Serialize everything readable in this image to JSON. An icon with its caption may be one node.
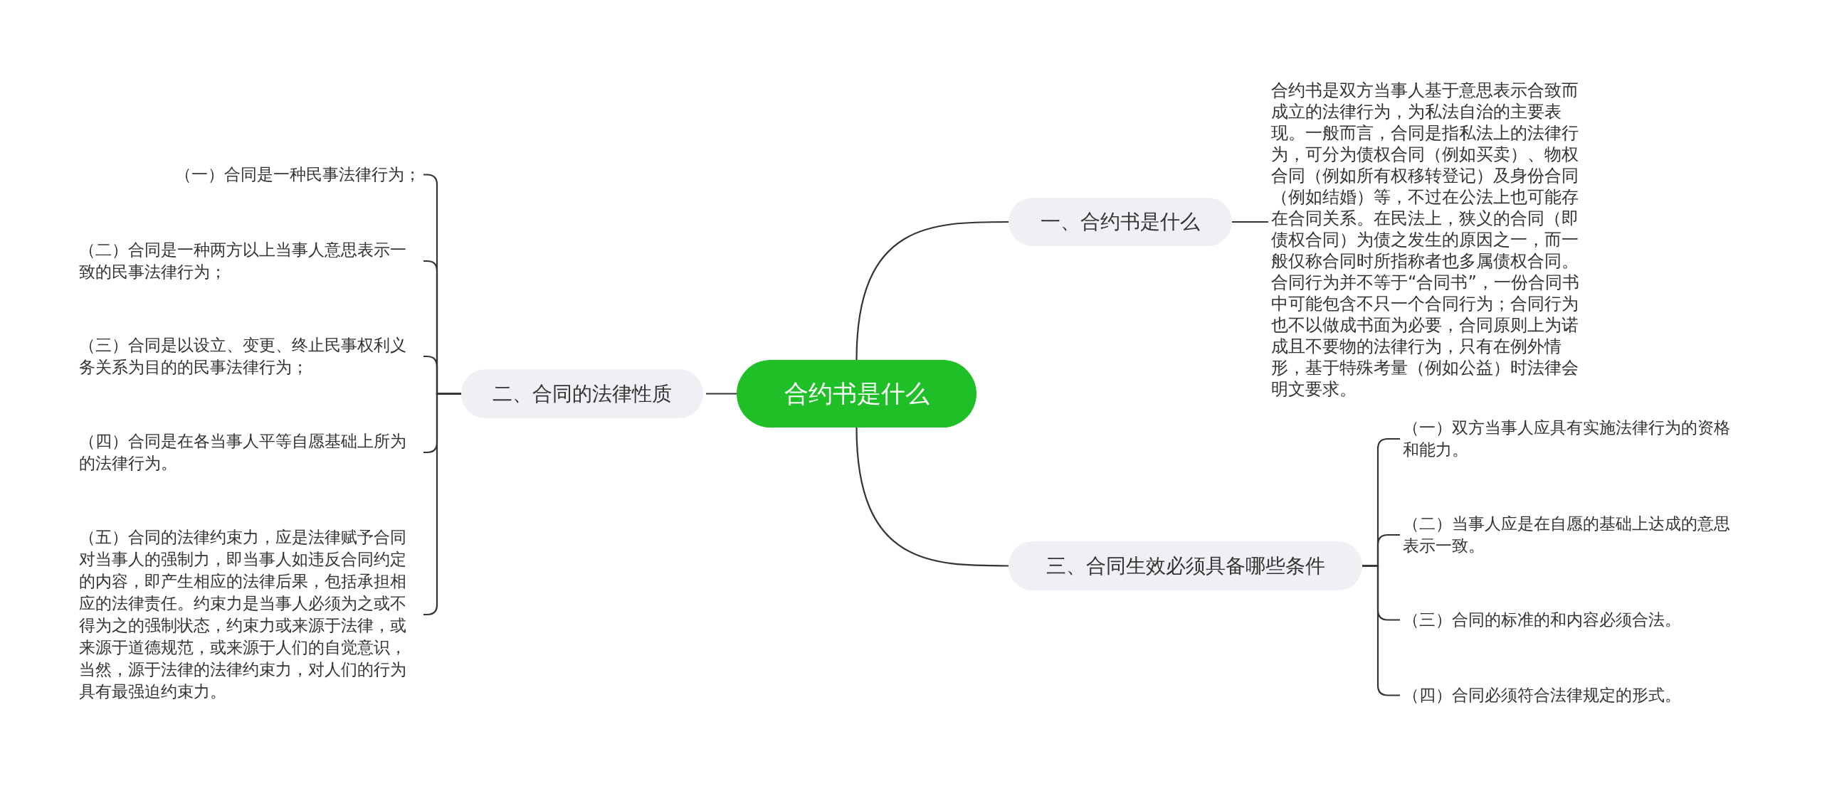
{
  "diagram": {
    "nodes": [
      {
        "text": [
          "合约书是什么"
        ]
      },
      {
        "text": [
          "一、合约书是什么"
        ]
      },
      {
        "text": [
          "合约书是双方当事人基于意思表示合致而成立的法律行为，为私法自治的主要表现。一般而言，合同是指私法上的法律行为，可分为债权合同（例如买卖）、物权合同（例如所有权移转登记）及身份合同（例如结婚）等，不过在公法上也可能存在合同关系。在民法上，狭义的合同（即债权合同）为债之发生的原因之一，而一般仅称合同时所指称者也多属债权合同。合同行为并不等于“合同书”，一份合同书中可能包含不只一个合同行为；合同行为也不以做成书面为必要，合同原则上为诺成且不要物的法律行为，只有在例外情形，基于特殊考量（例如公益）时法律会明文要求。"
        ]
      },
      {
        "text": [
          "二、合同的法律性质"
        ]
      },
      {
        "text": [
          "（一）合同是一种民事法律行为；"
        ]
      },
      {
        "text": [
          "（二）合同是一种两方以上当事人意思表示一致的民事法律行为；"
        ]
      },
      {
        "text": [
          "（三）合同是以设立、变更、终止民事权利义务关系为目的的民事法律行为；"
        ]
      },
      {
        "text": [
          "（四）合同是在各当事人平等自愿基础上所为的法律行为。"
        ]
      },
      {
        "text": [
          "（五）合同的法律约束力，应是法律赋予合同对当事人的强制力，即当事人如违反合同约定的内容，即产生相应的法律后果，包括承担相应的法律责任。约束力是当事人必须为之或不得为之的强制状态，约束力或来源于法律，或来源于道德规范，或来源于人们的自觉意识，当然，源于法律的法律约束力，对人们的行为具有最强迫约束力。"
        ]
      },
      {
        "text": [
          "三、合同生效必须具备哪些条件"
        ]
      },
      {
        "text": [
          "（一）双方当事人应具有实施法律行为的资格和能力。"
        ]
      },
      {
        "text": [
          "（二）当事人应是在自愿的基础上达成的意思表示一致。"
        ]
      },
      {
        "text": [
          "（三）合同的标准的和内容必须合法。"
        ]
      },
      {
        "text": [
          "（四）合同必须符合法律规定的形式。"
        ]
      }
    ],
    "edges": [
      {
        "from": 0,
        "to": 1,
        "arrow": "none"
      },
      {
        "from": 0,
        "to": 3,
        "arrow": "none"
      },
      {
        "from": 0,
        "to": 9,
        "arrow": "none"
      },
      {
        "from": 1,
        "to": 2,
        "arrow": "none"
      },
      {
        "from": 3,
        "to": 4,
        "arrow": "none"
      },
      {
        "from": 3,
        "to": 5,
        "arrow": "none"
      },
      {
        "from": 3,
        "to": 6,
        "arrow": "none"
      },
      {
        "from": 3,
        "to": 7,
        "arrow": "none"
      },
      {
        "from": 3,
        "to": 8,
        "arrow": "none"
      },
      {
        "from": 9,
        "to": 10,
        "arrow": "none"
      },
      {
        "from": 9,
        "to": 11,
        "arrow": "none"
      },
      {
        "from": 9,
        "to": 12,
        "arrow": "none"
      },
      {
        "from": 9,
        "to": 13,
        "arrow": "none"
      }
    ]
  }
}
